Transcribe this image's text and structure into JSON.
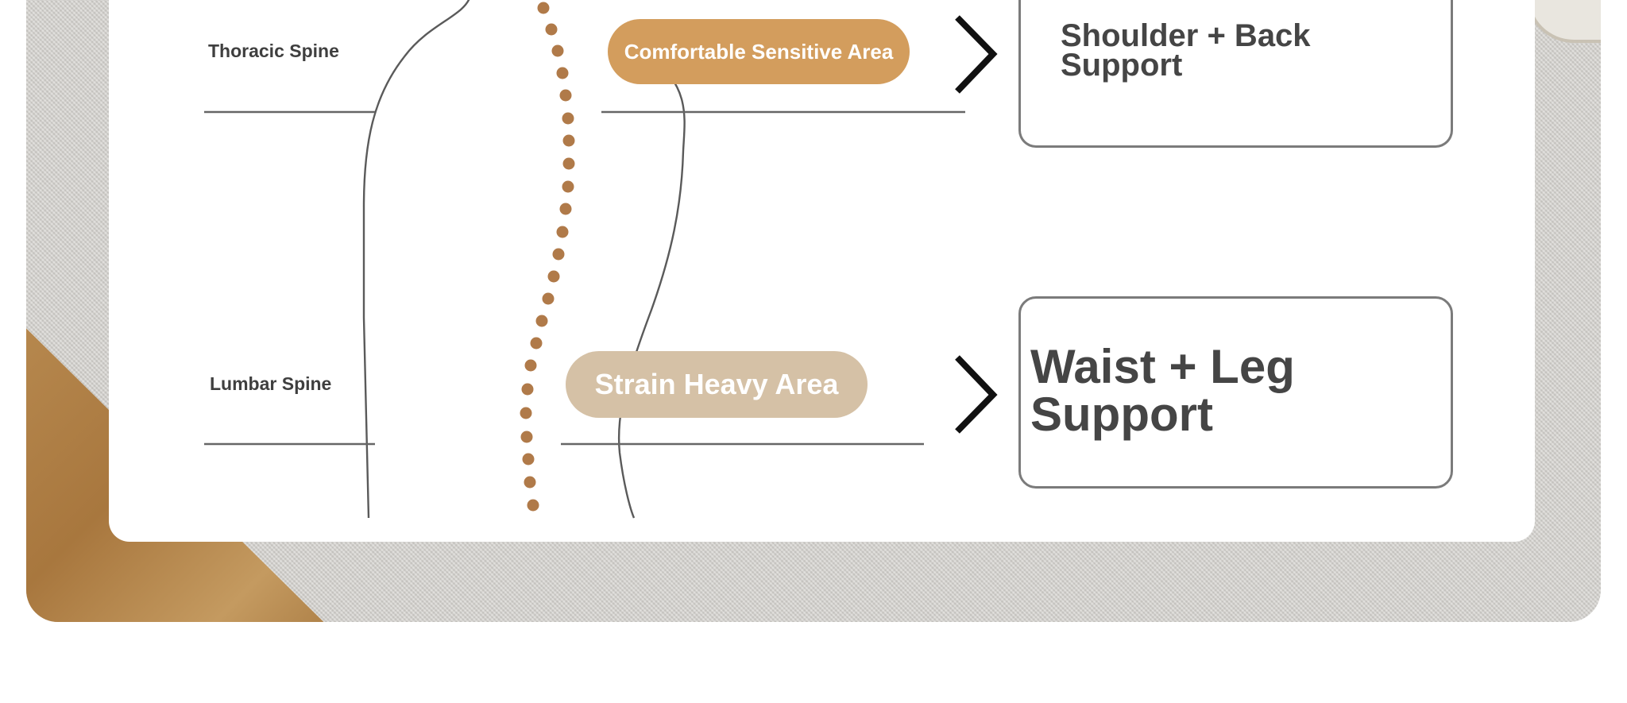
{
  "labels": {
    "thoracic": "Thoracic Spine",
    "lumbar": "Lumbar Spine"
  },
  "areas": {
    "upper": "Comfortable Sensitive Area",
    "lower": "Strain Heavy Area"
  },
  "support": {
    "upper": "Shoulder + Back Support",
    "lower": "Waist + Leg Support"
  },
  "colors": {
    "upper_pill": "#d39d5d",
    "lower_pill": "#d5c1a6",
    "spine_dots": "#b07a49",
    "text": "#454545"
  }
}
